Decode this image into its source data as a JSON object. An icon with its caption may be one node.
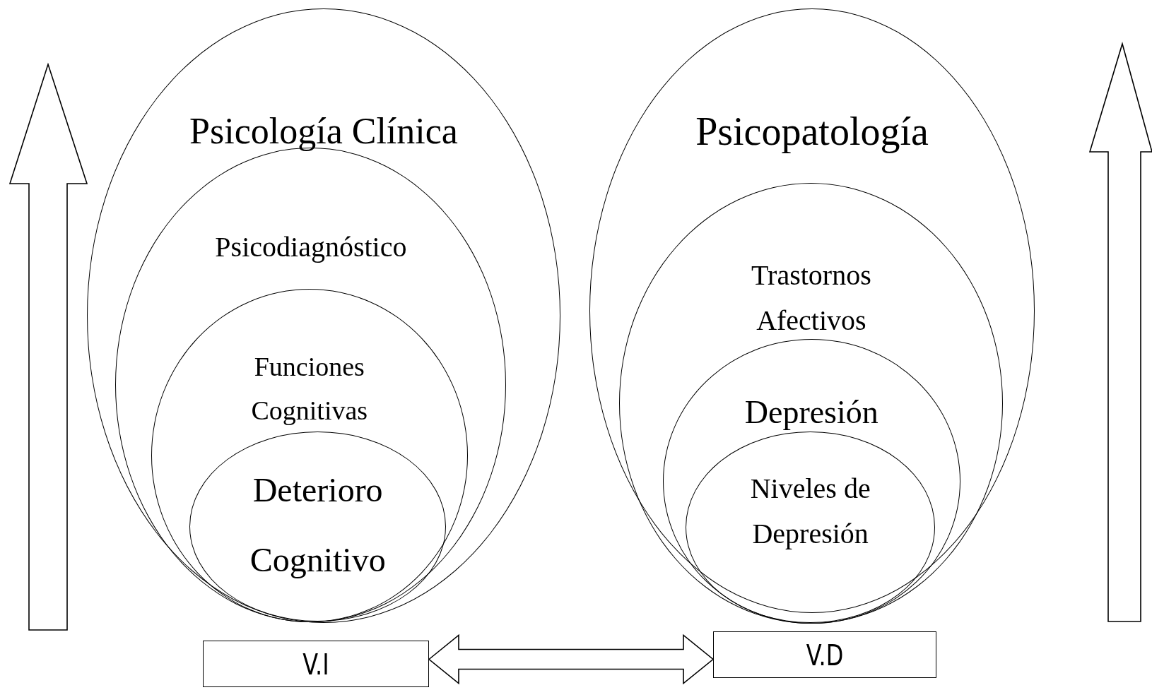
{
  "diagram": {
    "nodes": [
      {
        "text": [
          "Psicología Clínica"
        ]
      },
      {
        "text": [
          "Psicodiagnóstico"
        ],
        "in": 0
      },
      {
        "text": [
          "Funciones Cognitivas"
        ],
        "in": 1
      },
      {
        "text": [
          "Deterioro Cognitivo"
        ],
        "in": 2
      },
      {
        "text": [
          "Psicopatología"
        ]
      },
      {
        "text": [
          "Trastornos Afectivos"
        ],
        "in": 4
      },
      {
        "text": [
          "Depresión"
        ],
        "in": 5
      },
      {
        "text": [
          "Niveles de Depresión"
        ],
        "in": 6
      },
      {
        "text": [
          "V.I"
        ]
      },
      {
        "text": [
          "V.D"
        ]
      }
    ],
    "edges": [
      {
        "from": 8,
        "to": 9,
        "arrow": "both"
      }
    ]
  }
}
